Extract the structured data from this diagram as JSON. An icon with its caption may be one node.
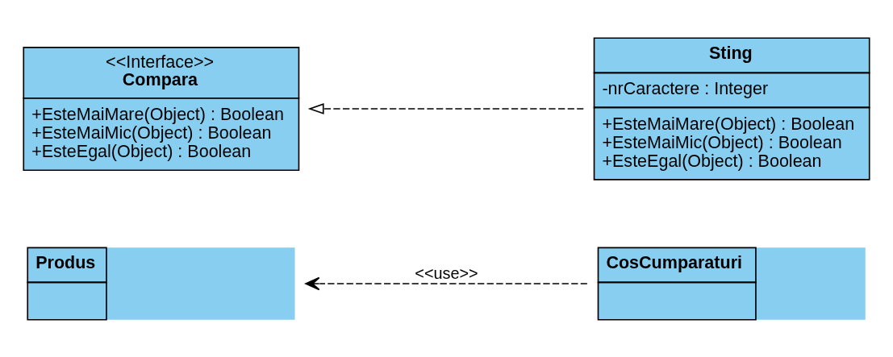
{
  "diagram": {
    "nodes": [
      {
        "text": [
          "Produs"
        ]
      },
      {
        "text": [
          "CosCumparaturi"
        ]
      },
      {
        "text": [
          "<<Interface>>",
          "Compara",
          "+EsteMaiMare(Object) : Boolean",
          "+EsteMaiMic(Object) : Boolean",
          "+EsteEgal(Object) : Boolean"
        ]
      },
      {
        "text": [
          "Sting",
          "-nrCaractere : Integer",
          "+EsteMaiMare(Object) : Boolean",
          "+EsteMaiMic(Object) : Boolean",
          "+EsteEgal(Object) : Boolean"
        ]
      }
    ],
    "edges": [
      {
        "from": 1,
        "to": 0,
        "arrow": "to",
        "label": "<<use>>",
        "style": "dashed"
      },
      {
        "from": 3,
        "to": 2,
        "arrow": "to",
        "style": "dashed"
      }
    ]
  }
}
